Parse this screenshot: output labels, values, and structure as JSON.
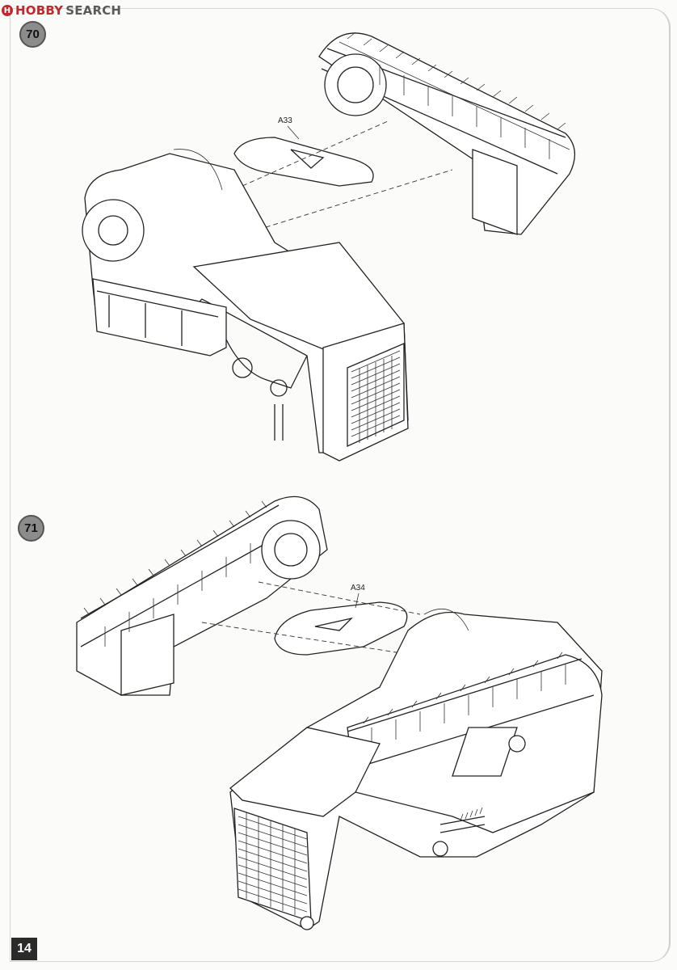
{
  "watermark": {
    "logo_glyph": "H",
    "brand": "HOBBY",
    "search": "SEARCH",
    "brand_color": "#c0282f"
  },
  "steps": [
    {
      "number": "70",
      "part_label": "A33"
    },
    {
      "number": "71",
      "part_label": "A34"
    }
  ],
  "page_number": "14"
}
